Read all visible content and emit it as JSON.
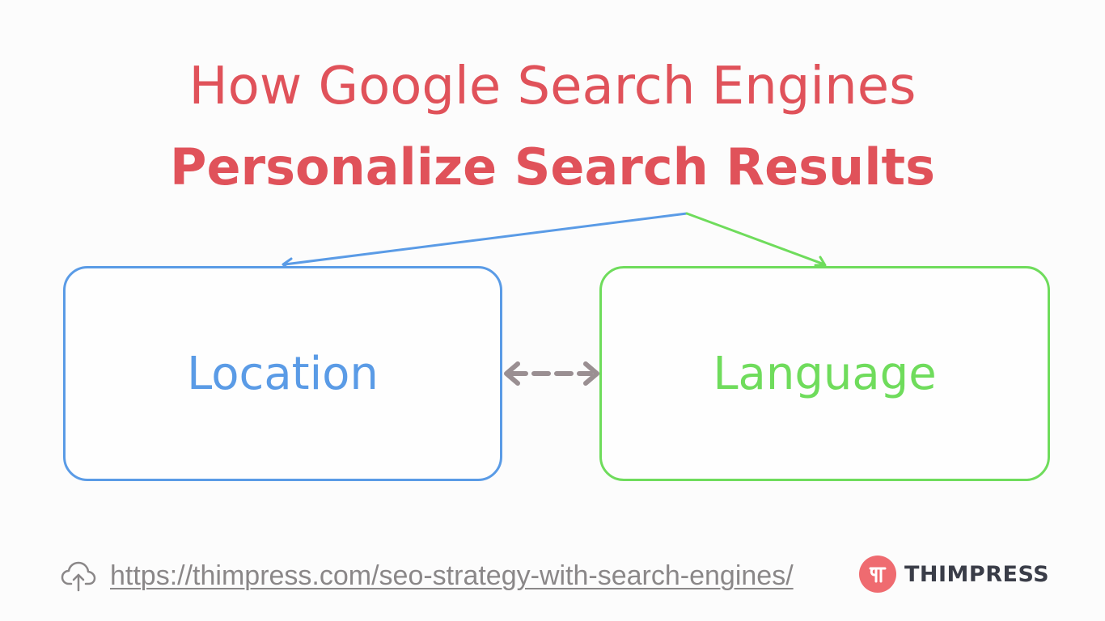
{
  "title": {
    "line1": "How Google Search Engines",
    "line2": "Personalize Search Results"
  },
  "nodes": {
    "location": {
      "label": "Location"
    },
    "language": {
      "label": "Language"
    }
  },
  "footer": {
    "url": "https://thimpress.com/seo-strategy-with-search-engines/",
    "icon": "cloud-upload-icon"
  },
  "brand": {
    "name": "THIMPRESS",
    "logo_icon": "thimpress-logo-icon"
  },
  "colors": {
    "title": "#e0525a",
    "location": "#5a9be6",
    "language": "#6fdc5c",
    "bidirectional_arrow": "#9a8f92",
    "footer_text": "#8a8788",
    "brand_mark": "#ef6b70",
    "brand_text": "#3a3d48"
  }
}
